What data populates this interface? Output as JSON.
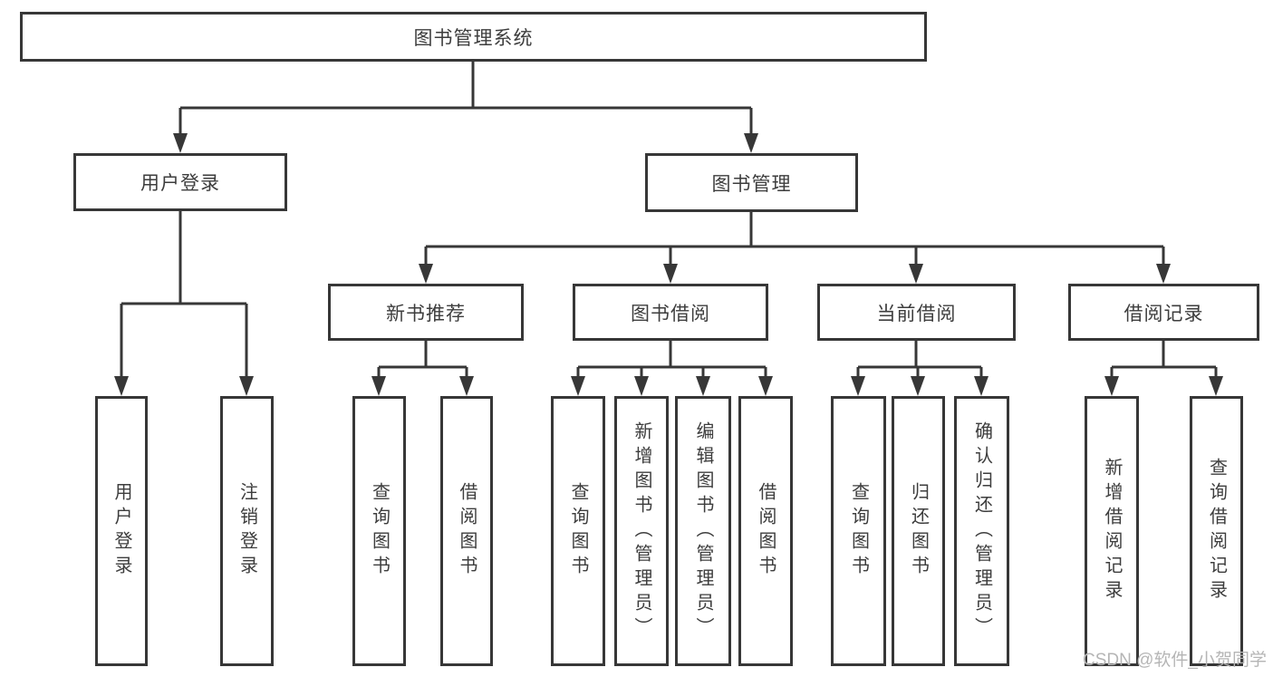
{
  "diagram": {
    "type": "hierarchy-tree",
    "nodes": {
      "root": "图书管理系统",
      "user_login": "用户登录",
      "book_mgmt": "图书管理",
      "new_book_rec": "新书推荐",
      "book_borrow": "图书借阅",
      "current_borrow": "当前借阅",
      "borrow_records": "借阅记录",
      "leaf_user_login": "用户登录",
      "leaf_logout": "注销登录",
      "leaf_nbr_query_books": "查询图书",
      "leaf_nbr_borrow_books": "借阅图书",
      "leaf_bb_query_books": "查询图书",
      "leaf_bb_add_books": "新增图书（管理员）",
      "leaf_bb_edit_books": "编辑图书（管理员）",
      "leaf_bb_borrow_books": "借阅图书",
      "leaf_cb_query_books": "查询图书",
      "leaf_cb_return_books": "归还图书",
      "leaf_cb_confirm_return": "确认归还（管理员）",
      "leaf_br_add_record": "新增借阅记录",
      "leaf_br_query_record": "查询借阅记录"
    },
    "edges": [
      [
        "root",
        "user_login"
      ],
      [
        "root",
        "book_mgmt"
      ],
      [
        "user_login",
        "leaf_user_login"
      ],
      [
        "user_login",
        "leaf_logout"
      ],
      [
        "book_mgmt",
        "new_book_rec"
      ],
      [
        "book_mgmt",
        "book_borrow"
      ],
      [
        "book_mgmt",
        "current_borrow"
      ],
      [
        "book_mgmt",
        "borrow_records"
      ],
      [
        "new_book_rec",
        "leaf_nbr_query_books"
      ],
      [
        "new_book_rec",
        "leaf_nbr_borrow_books"
      ],
      [
        "book_borrow",
        "leaf_bb_query_books"
      ],
      [
        "book_borrow",
        "leaf_bb_add_books"
      ],
      [
        "book_borrow",
        "leaf_bb_edit_books"
      ],
      [
        "book_borrow",
        "leaf_bb_borrow_books"
      ],
      [
        "current_borrow",
        "leaf_cb_query_books"
      ],
      [
        "current_borrow",
        "leaf_cb_return_books"
      ],
      [
        "current_borrow",
        "leaf_cb_confirm_return"
      ],
      [
        "borrow_records",
        "leaf_br_add_record"
      ],
      [
        "borrow_records",
        "leaf_br_query_record"
      ]
    ]
  },
  "watermark": "CSDN @软件_小贺同学",
  "colors": {
    "line": "#373737",
    "text": "#3d3d3d",
    "watermark": "#b5b5b5",
    "background": "#ffffff"
  }
}
